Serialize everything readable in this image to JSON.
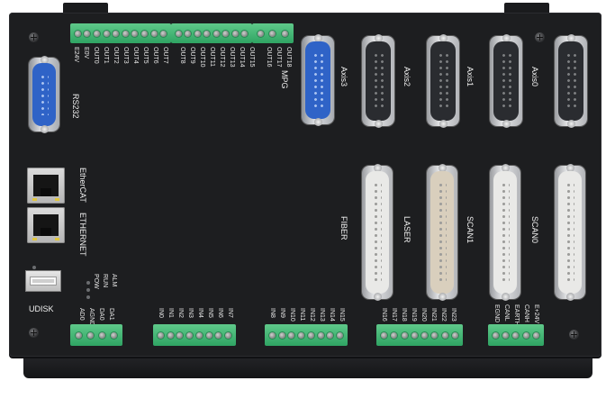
{
  "title": "",
  "colors": {
    "housing": "#1d1e20",
    "terminal_green": "#3db570",
    "db9_blue": "#2f63c7",
    "label_text": "#e8e8e8"
  },
  "top_io_labels": {
    "block1": [
      "E24V",
      "E0V",
      "OUT0",
      "OUT1",
      "OUT2",
      "OUT3",
      "OUT4",
      "OUT5",
      "OUT6",
      "OUT7"
    ],
    "block2": [
      "OUT8",
      "OUT9",
      "OUT10",
      "OUT11",
      "OUT12",
      "OUT13",
      "OUT14",
      "OUT15"
    ],
    "block3": [
      "OUT16",
      "OUT17",
      "OUT18"
    ]
  },
  "ports": {
    "rs232": "RS232",
    "ethernet": "ETHERNET",
    "ethercat": "EtherCAT",
    "udisk": "UDISK",
    "mpg": "MPG"
  },
  "axis_labels": [
    "Axis3",
    "Axis2",
    "Axis1",
    "Axis0"
  ],
  "db25_labels": [
    "FIBER",
    "LASER",
    "SCAN1",
    "SCAN0"
  ],
  "status_leds": [
    "POW",
    "RUN",
    "ALM"
  ],
  "bottom_io_labels": {
    "analog": [
      "AD0",
      "AGND",
      "DA0",
      "DA1"
    ],
    "in_a": [
      "IN0",
      "IN1",
      "IN2",
      "IN3",
      "IN4",
      "IN5",
      "IN6",
      "IN7"
    ],
    "in_b": [
      "IN8",
      "IN9",
      "IN10",
      "IN11",
      "IN12",
      "IN13",
      "IN14",
      "IN15"
    ],
    "in_c": [
      "IN16",
      "IN17",
      "IN18",
      "IN19",
      "IN20",
      "IN21",
      "IN22",
      "IN23"
    ],
    "power": [
      "EGND",
      "CANL",
      "EARTH",
      "CANH",
      "E+24V"
    ]
  }
}
